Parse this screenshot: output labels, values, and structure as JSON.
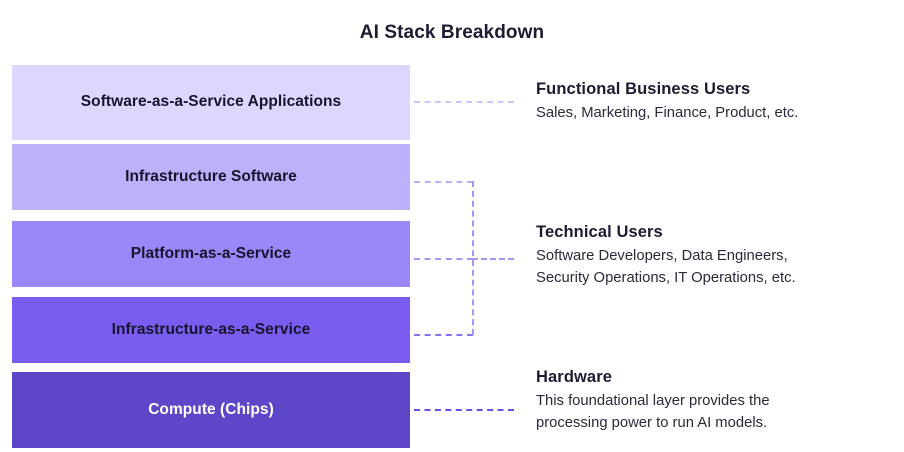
{
  "title": "AI Stack Breakdown",
  "colors": {
    "background": "#ffffff",
    "title_text": "#1c1c33",
    "body_text": "#2a2a3c",
    "layer_1": "#ddd6fe",
    "layer_2": "#bfb0fb",
    "layer_3": "#9b87f7",
    "layer_4": "#7b5cf0",
    "layer_5": "#5f46c8",
    "connector_1": "#cfc4fb",
    "connector_2": "#bdaefb",
    "connector_3": "#a695f8",
    "connector_4": "#8a70f3",
    "connector_5": "#6a4fe0"
  },
  "stack": {
    "layers": [
      {
        "label": "Software-as-a-Service Applications",
        "color": "#ddd6fe",
        "text_color": "dark"
      },
      {
        "label": "Infrastructure Software",
        "color": "#bfb0fb",
        "text_color": "dark"
      },
      {
        "label": "Platform-as-a-Service",
        "color": "#9b87f7",
        "text_color": "dark"
      },
      {
        "label": "Infrastructure-as-a-Service",
        "color": "#7b5cf0",
        "text_color": "dark"
      },
      {
        "label": "Compute (Chips)",
        "color": "#5f46c8",
        "text_color": "light"
      }
    ]
  },
  "annotations": [
    {
      "title": "Functional Business Users",
      "lines": [
        "Sales, Marketing, Finance, Product, etc."
      ]
    },
    {
      "title": "Technical Users",
      "lines": [
        "Software Developers, Data Engineers,",
        "Security Operations, IT Operations, etc."
      ]
    },
    {
      "title": "Hardware",
      "lines": [
        "This foundational layer provides the",
        "processing power to run AI models."
      ]
    }
  ]
}
